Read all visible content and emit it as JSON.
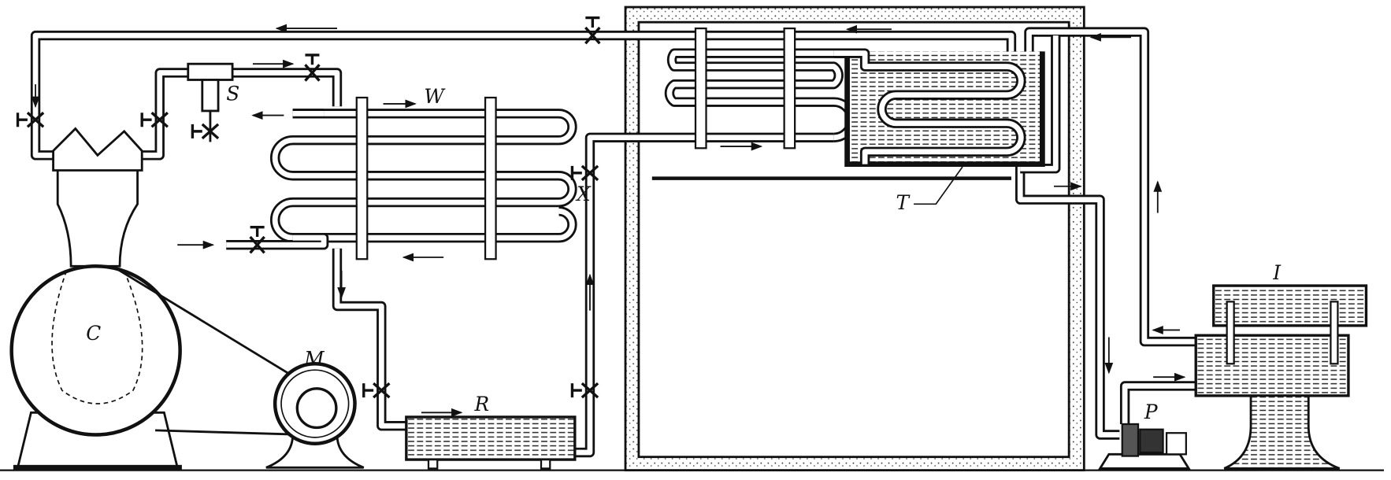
{
  "diagram": {
    "kind": "refrigeration system schematic",
    "labels": {
      "compressor": "C",
      "motor": "M",
      "separator": "S",
      "condenser": "W",
      "expansion_valve": "X",
      "receiver": "R",
      "tank": "T",
      "pump": "P",
      "ice_maker": "I"
    },
    "colors": {
      "ink": "#111111",
      "paper": "#ffffff"
    }
  }
}
